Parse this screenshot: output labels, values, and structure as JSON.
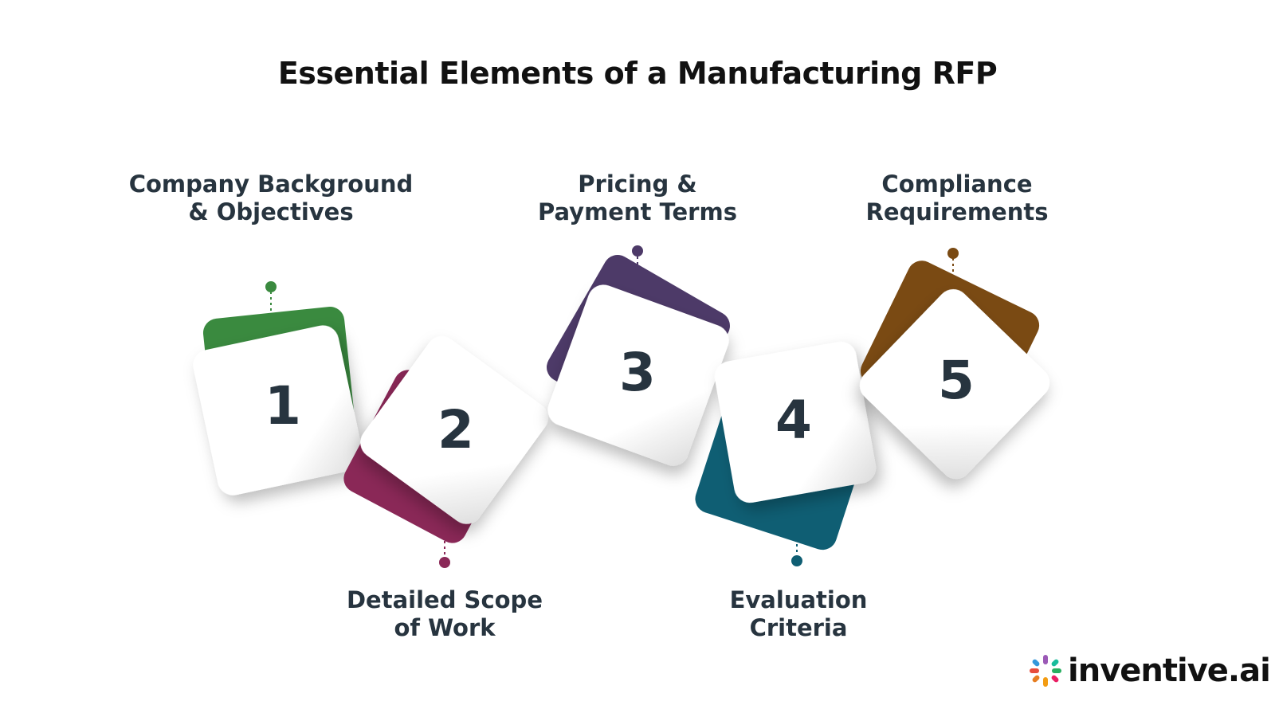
{
  "title": "Essential Elements of a Manufacturing RFP",
  "steps": [
    {
      "number": "1",
      "line1": "Company Background",
      "line2": "& Objectives",
      "color": "#3a8a3f"
    },
    {
      "number": "2",
      "line1": "Detailed Scope",
      "line2": "of Work",
      "color": "#8a2857"
    },
    {
      "number": "3",
      "line1": "Pricing &",
      "line2": "Payment Terms",
      "color": "#4d3a68"
    },
    {
      "number": "4",
      "line1": "Evaluation",
      "line2": "Criteria",
      "color": "#0f5e73"
    },
    {
      "number": "5",
      "line1": "Compliance",
      "line2": "Requirements",
      "color": "#7a4a13"
    }
  ],
  "logo": {
    "text": "inventive.ai"
  }
}
